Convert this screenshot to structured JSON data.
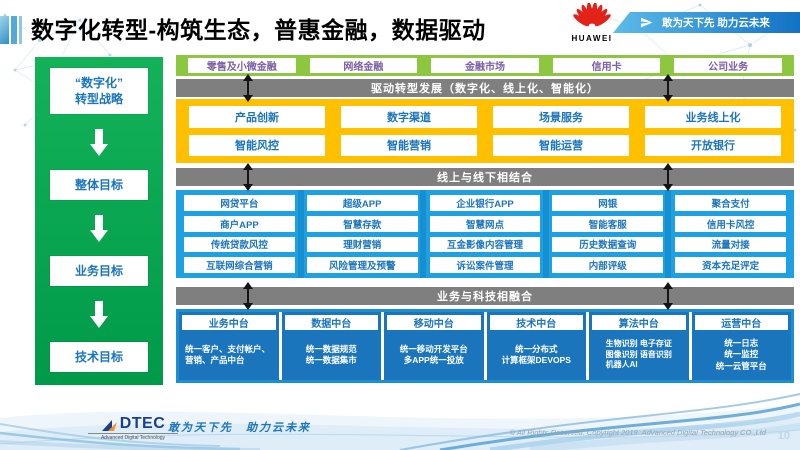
{
  "header": {
    "title": "数字化转型-构筑生态，普惠金融，数据驱动",
    "huawei": "HUAWEI",
    "banner_slogan": "敢为天下先 助力云未来"
  },
  "sidebar": {
    "items": [
      "“数字化”\n转型战略",
      "整体目标",
      "业务目标",
      "技术目标"
    ]
  },
  "main": {
    "business_lines": [
      "零售及小微金融",
      "网络金融",
      "金融市场",
      "信用卡",
      "公司业务"
    ],
    "bar1": "驱动转型发展（数字化、线上化、智能化）",
    "capability_rows": [
      [
        "产品创新",
        "数字渠道",
        "场景服务",
        "业务线上化"
      ],
      [
        "智能风控",
        "智能营销",
        "智能运营",
        "开放银行"
      ]
    ],
    "bar2": "线上与线下相结合",
    "app_rows": [
      [
        "网贷平台",
        "超级APP",
        "企业银行APP",
        "网银",
        "聚合支付"
      ],
      [
        "商户APP",
        "智慧存款",
        "智慧网点",
        "智能客服",
        "信用卡风控"
      ],
      [
        "传统贷款风控",
        "理财营销",
        "互金影像内容管理",
        "历史数据查询",
        "流量对接"
      ],
      [
        "互联网综合营销",
        "风险管理及预警",
        "诉讼案件管理",
        "内部评级",
        "资本充足评定"
      ]
    ],
    "bar3": "业务与科技相融合",
    "platforms": [
      {
        "title": "业务中台",
        "desc": "统一客户、支付帐户、营销、产品中台"
      },
      {
        "title": "数据中台",
        "desc": "统一数据规范\n统一数据集市"
      },
      {
        "title": "移动中台",
        "desc": "统一移动开发平台\n多APP统一投放"
      },
      {
        "title": "技术中台",
        "desc": "统一分布式\n计算框架DEVOPS"
      },
      {
        "title": "算法中台",
        "desc": "生物识别 电子存证\n图像识别 语音识别\n机器人AI"
      },
      {
        "title": "运营中台",
        "desc": "统一日志\n统一监控\n统一云管平台"
      }
    ]
  },
  "footer": {
    "logo_text": "DTEC",
    "logo_subtext": "Advanced Digital Technology",
    "slogan": "敢为天下先　助力云未来",
    "copyright": "© All Rights Reserved. Copyright 2019. Advanced Digital Technology CO.,Ltd",
    "page_number": "10"
  },
  "colors": {
    "sidebar_green": "#0aab4e",
    "business_row_green": "#8dc63f",
    "gray_bar": "#7f7f7f",
    "capability_yellow": "#ffc000",
    "app_panel_azure": "#1ea1e2",
    "platform_blue": "#1b75bc",
    "button_text_blue": "#1b75bc",
    "business_text_purple": "#7d5fa5",
    "huawei_red": "#e2231a"
  }
}
